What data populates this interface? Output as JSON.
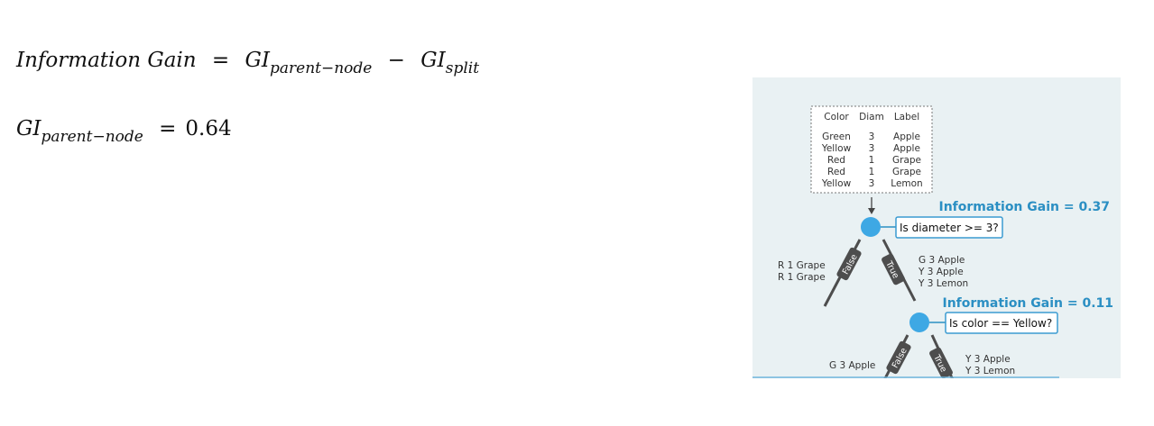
{
  "formulas": {
    "gain_lhs": "Information Gain",
    "gain_eq": "=",
    "gain_gi": "GI",
    "gain_parent_sub": "parent−node",
    "gain_minus": "−",
    "gain_split_gi": "GI",
    "gain_split_sub": "split",
    "parent_gi": "GI",
    "parent_sub": "parent−node",
    "parent_eq": "=",
    "parent_value": "0.64"
  },
  "diagram": {
    "table": {
      "headers": [
        "Color",
        "Diam",
        "Label"
      ],
      "rows": [
        [
          "Green",
          "3",
          "Apple"
        ],
        [
          "Yellow",
          "3",
          "Apple"
        ],
        [
          "Red",
          "1",
          "Grape"
        ],
        [
          "Red",
          "1",
          "Grape"
        ],
        [
          "Yellow",
          "3",
          "Lemon"
        ]
      ]
    },
    "node1": {
      "gain": "Information Gain = 0.37",
      "question": "Is diameter >= 3?",
      "false_label": "False",
      "true_label": "True",
      "false_leaf": [
        "R  1  Grape",
        "R  1  Grape"
      ],
      "true_leaf": [
        "G  3   Apple",
        "Y  3   Apple",
        "Y  3  Lemon"
      ]
    },
    "node2": {
      "gain": "Information Gain = 0.11",
      "question": "Is color == Yellow?",
      "false_label": "False",
      "true_label": "True",
      "false_leaf": [
        "G  3  Apple"
      ],
      "true_leaf": [
        "Y  3   Apple",
        "Y  3  Lemon"
      ]
    },
    "colors": {
      "accent": "#2b8fc3",
      "node": "#3ea8e4",
      "branch": "#4d4d4d",
      "background": "#e9f1f3"
    }
  }
}
